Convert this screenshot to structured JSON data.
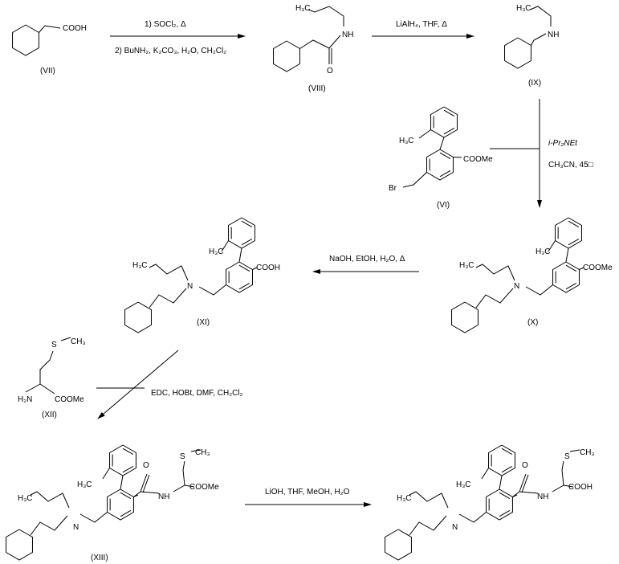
{
  "compounds": {
    "VII": {
      "label": "(VII)",
      "acid": "COOH"
    },
    "VIII": {
      "label": "(VIII)",
      "methyl": "H₃C",
      "nh": "NH",
      "o": "O"
    },
    "IX": {
      "label": "(IX)",
      "methyl": "H₃C",
      "nh": "NH"
    },
    "VI": {
      "label": "(VI)",
      "methyl": "H₃C",
      "ester": "COOMe",
      "br": "Br"
    },
    "X": {
      "label": "(X)",
      "methyl": "H₃C",
      "aryl_methyl": "H₃C",
      "ester": "COOMe",
      "n": "N"
    },
    "XI": {
      "label": "(XI)",
      "methyl": "H₃C",
      "aryl_methyl": "H₃C",
      "acid": "COOH",
      "n": "N"
    },
    "XII": {
      "label": "(XII)",
      "s": "S",
      "ch3": "CH₃",
      "amine": "H₂N",
      "ester": "COOMe"
    },
    "XIII": {
      "label": "(XIII)",
      "methyl": "H₃C",
      "aryl_methyl": "H₃C",
      "n": "N",
      "o": "O",
      "nh": "NH",
      "ester": "COOMe",
      "s": "S",
      "ch3": "CH₃"
    },
    "product": {
      "methyl": "H₃C",
      "aryl_methyl": "H₃C",
      "n": "N",
      "o": "O",
      "nh": "NH",
      "acid": "COOH",
      "s": "S",
      "ch3": "CH₃"
    }
  },
  "reactions": {
    "step1": {
      "line1": "1) SOCl₂, Δ",
      "line2": "2) BuNH₂, K₂CO₃, H₂O, CH₂Cl₂"
    },
    "step2": {
      "line1": "LiAlH₄, THF, Δ"
    },
    "step3": {
      "line1": "i-Pr₂NEt",
      "line2": "CH₃CN, 45□"
    },
    "step4": {
      "line1": "NaOH, EtOH, H₂O, Δ"
    },
    "step5": {
      "line1": "EDC, HOBt, DMF, CH₂Cl₂"
    },
    "step6": {
      "line1": "LiOH, THF, MeOH, H₂O"
    }
  }
}
